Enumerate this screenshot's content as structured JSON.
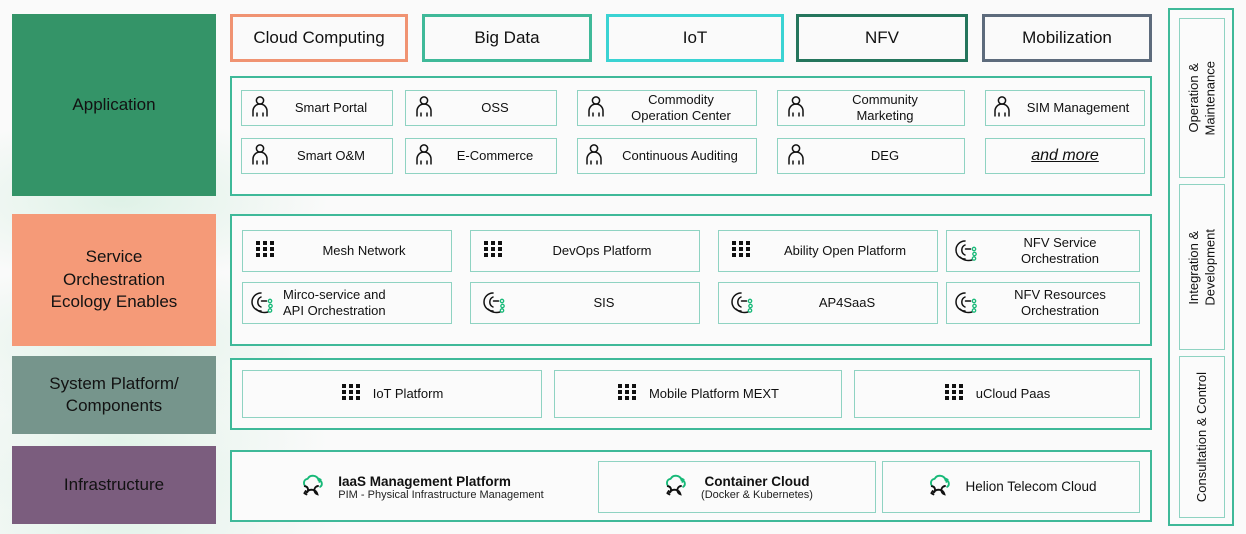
{
  "layers": [
    {
      "name": "application",
      "label": "Application"
    },
    {
      "name": "service",
      "label": "Service\nOrchestration\nEcology Enables"
    },
    {
      "name": "system",
      "label": "System Platform/\nComponents"
    },
    {
      "name": "infrastructure",
      "label": "Infrastructure"
    }
  ],
  "domain_chips": [
    {
      "label": "Cloud Computing",
      "color": "#f09372"
    },
    {
      "label": "Big Data",
      "color": "#3fb999"
    },
    {
      "label": "IoT",
      "color": "#3ad3d3"
    },
    {
      "label": "NFV",
      "color": "#24755c"
    },
    {
      "label": "Mobilization",
      "color": "#5d6b7c"
    }
  ],
  "application_items": [
    {
      "label": "Smart Portal",
      "icon": "person-icon"
    },
    {
      "label": "OSS",
      "icon": "person-icon"
    },
    {
      "label": "Commodity\nOperation Center",
      "icon": "person-icon"
    },
    {
      "label": "Community\nMarketing",
      "icon": "person-icon"
    },
    {
      "label": "SIM Management",
      "icon": "person-icon"
    },
    {
      "label": "Smart O&M",
      "icon": "person-icon"
    },
    {
      "label": "E-Commerce",
      "icon": "person-icon"
    },
    {
      "label": "Continuous Auditing",
      "icon": "person-icon"
    },
    {
      "label": "DEG",
      "icon": "person-icon"
    },
    {
      "label": "and more",
      "icon": "none"
    }
  ],
  "service_items": [
    {
      "label": "Mesh Network",
      "icon": "dot-grid-icon"
    },
    {
      "label": "DevOps Platform",
      "icon": "dot-grid-icon"
    },
    {
      "label": "Ability Open Platform",
      "icon": "dot-grid-icon"
    },
    {
      "label": "NFV Service\nOrchestration",
      "icon": "orchestration-icon"
    },
    {
      "label": "Mirco-service and\nAPI Orchestration",
      "icon": "orchestration-icon"
    },
    {
      "label": "SIS",
      "icon": "orchestration-icon"
    },
    {
      "label": "AP4SaaS",
      "icon": "orchestration-icon"
    },
    {
      "label": "NFV Resources\nOrchestration",
      "icon": "orchestration-icon"
    }
  ],
  "system_items": [
    {
      "label": "IoT Platform",
      "icon": "dot-grid-icon"
    },
    {
      "label": "Mobile Platform MEXT",
      "icon": "dot-grid-icon"
    },
    {
      "label": "uCloud Paas",
      "icon": "dot-grid-icon"
    }
  ],
  "infrastructure_items": [
    {
      "title": "IaaS Management Platform",
      "subtitle": "PIM - Physical Infrastructure Management",
      "icon": "cloud-sync-icon",
      "bordered": false
    },
    {
      "title": "Container Cloud",
      "subtitle": "(Docker & Kubernetes)",
      "icon": "cloud-sync-icon",
      "bordered": true
    },
    {
      "title": "Helion Telecom Cloud",
      "subtitle": "",
      "icon": "cloud-sync-icon",
      "bordered": true
    }
  ],
  "right_rail": [
    {
      "label": "Operation &\nMaintenance"
    },
    {
      "label": "Integration &\nDevelopment"
    },
    {
      "label": "Consultation & Control"
    }
  ],
  "colors": {
    "accent_teal": "#3fb999",
    "cell_border": "#8fd3c2",
    "application_fill": "#349468",
    "service_fill": "#f59a78",
    "system_fill": "#76958c",
    "infrastructure_fill": "#7b5d7e",
    "icon_green": "#17b978",
    "panel_bg": "#fbfbfb"
  }
}
